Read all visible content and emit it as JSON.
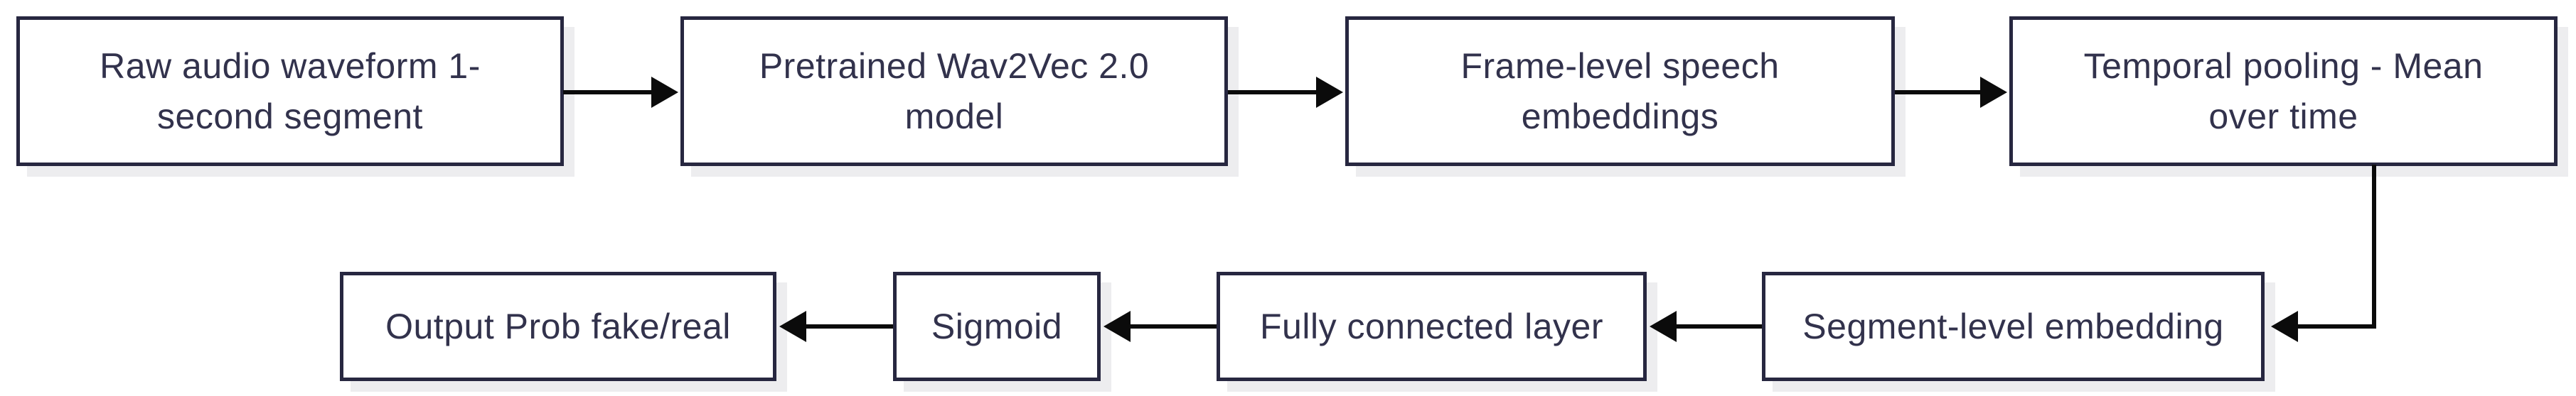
{
  "diagram": {
    "type": "flowchart",
    "description": "Audio deepfake detection pipeline",
    "nodes": {
      "raw_audio": {
        "label": "Raw audio waveform 1-\nsecond segment"
      },
      "wav2vec": {
        "label": "Pretrained Wav2Vec 2.0\nmodel"
      },
      "frame_embeddings": {
        "label": "Frame-level speech\nembeddings"
      },
      "temporal_pooling": {
        "label": "Temporal pooling - Mean\nover time"
      },
      "segment_embedding": {
        "label": "Segment-level embedding"
      },
      "fully_connected": {
        "label": "Fully connected layer"
      },
      "sigmoid": {
        "label": "Sigmoid"
      },
      "output": {
        "label": "Output Prob fake/real"
      }
    },
    "connections": [
      {
        "from": "raw_audio",
        "to": "wav2vec",
        "direction": "right"
      },
      {
        "from": "wav2vec",
        "to": "frame_embeddings",
        "direction": "right"
      },
      {
        "from": "frame_embeddings",
        "to": "temporal_pooling",
        "direction": "right"
      },
      {
        "from": "temporal_pooling",
        "to": "segment_embedding",
        "direction": "down-then-left"
      },
      {
        "from": "segment_embedding",
        "to": "fully_connected",
        "direction": "left"
      },
      {
        "from": "fully_connected",
        "to": "sigmoid",
        "direction": "left"
      },
      {
        "from": "sigmoid",
        "to": "output",
        "direction": "left"
      }
    ],
    "colors": {
      "background": "#ffffff",
      "node_fill": "#ffffff",
      "node_border": "#272740",
      "node_text": "#32324c",
      "node_shadow": "#ededef",
      "arrow": "#0b0b0b"
    }
  }
}
